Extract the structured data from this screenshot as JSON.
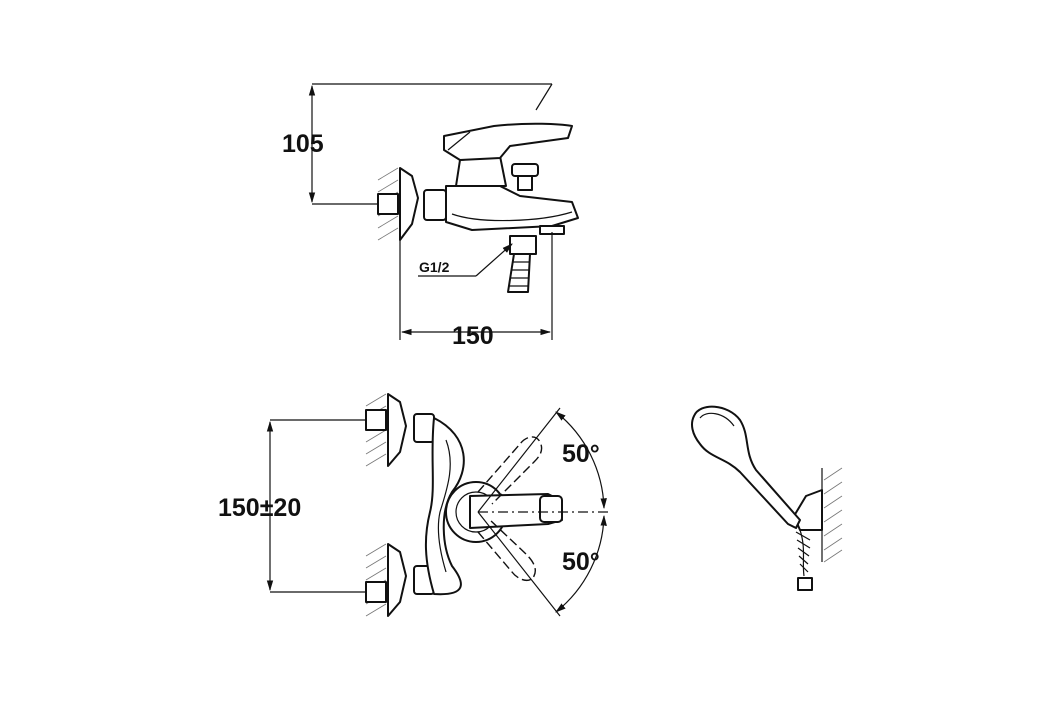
{
  "dimensions": {
    "height": "105",
    "projection": "150",
    "thread": "G1/2",
    "spacing": "150±20",
    "angle_upper": "50°",
    "angle_lower": "50°"
  },
  "colors": {
    "line": "#111111",
    "hatch": "#777777",
    "background": "#ffffff"
  }
}
